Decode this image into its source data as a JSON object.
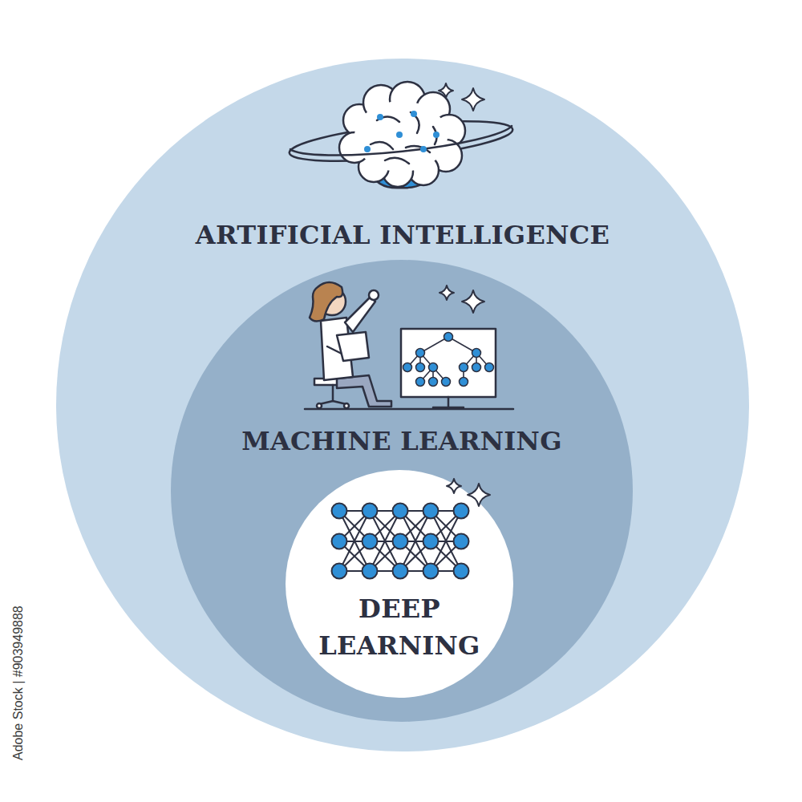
{
  "diagram": {
    "nodes": [
      {
        "text": [
          "ARTIFICIAL INTELLIGENCE"
        ]
      },
      {
        "text": [
          "MACHINE LEARNING"
        ],
        "in": 0
      },
      {
        "text": [
          "DEEP LEARNING"
        ],
        "in": 1
      }
    ],
    "labels": [
      "Adobe Stock | #903949888"
    ]
  }
}
